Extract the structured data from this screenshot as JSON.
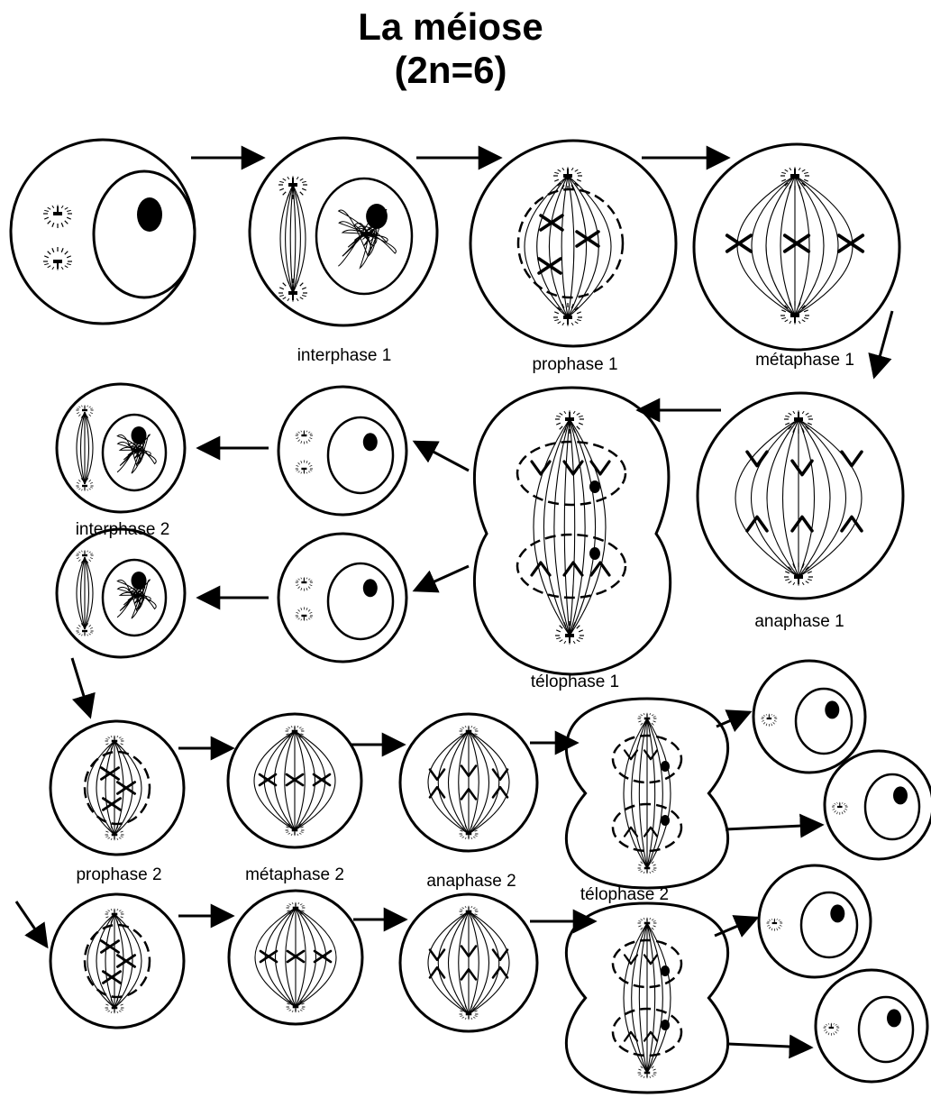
{
  "title": "La méiose",
  "subtitle": "(2n=6)",
  "labels": {
    "interphase1": "interphase 1",
    "prophase1": "prophase 1",
    "metaphase1": "métaphase 1",
    "anaphase1": "anaphase 1",
    "telophase1": "télophase 1",
    "interphase2": "interphase 2",
    "prophase2": "prophase 2",
    "metaphase2": "métaphase 2",
    "anaphase2": "anaphase 2",
    "telophase2": "télophase 2"
  }
}
